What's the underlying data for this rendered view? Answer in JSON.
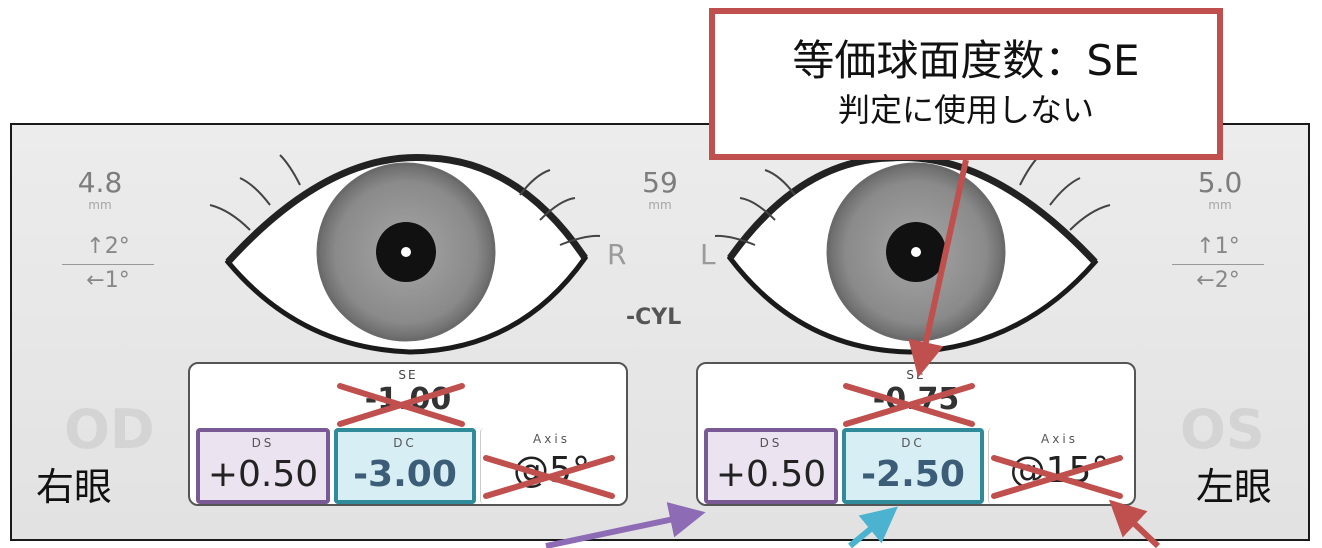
{
  "callout": {
    "line1": "等価球面度数：SE",
    "line2": "判定に使用しない"
  },
  "right_eye": {
    "pupil_distance": "4.8",
    "pupil_unit": "mm",
    "prism_up": "↑2°",
    "prism_side": "←1°",
    "big_label": "OD",
    "jp_label": "右眼",
    "se_label": "SE",
    "se_value": "-1.00",
    "ds_label": "DS",
    "ds_value": "+0.50",
    "dc_label": "DC",
    "dc_value": "-3.00",
    "axis_label": "Axis",
    "axis_value": "@5°"
  },
  "left_eye": {
    "pupil_distance": "5.0",
    "pupil_unit": "mm",
    "prism_up": "↑1°",
    "prism_side": "←2°",
    "big_label": "OS",
    "jp_label": "左眼",
    "se_label": "SE",
    "se_value": "-0.75",
    "ds_label": "DS",
    "ds_value": "+0.50",
    "dc_label": "DC",
    "dc_value": "-2.50",
    "axis_label": "Axis",
    "axis_value": "@15°"
  },
  "center": {
    "pd_value": "59",
    "pd_unit": "mm",
    "r_label": "R",
    "l_label": "L",
    "cyl_label": "-CYL"
  },
  "colors": {
    "ds_border": "#7a5a95",
    "dc_border": "#2f8a9a",
    "callout_border": "#c0504d",
    "arrow_purple": "#8e6bb5",
    "arrow_cyan": "#4bb3cf",
    "arrow_red": "#c0504d"
  }
}
